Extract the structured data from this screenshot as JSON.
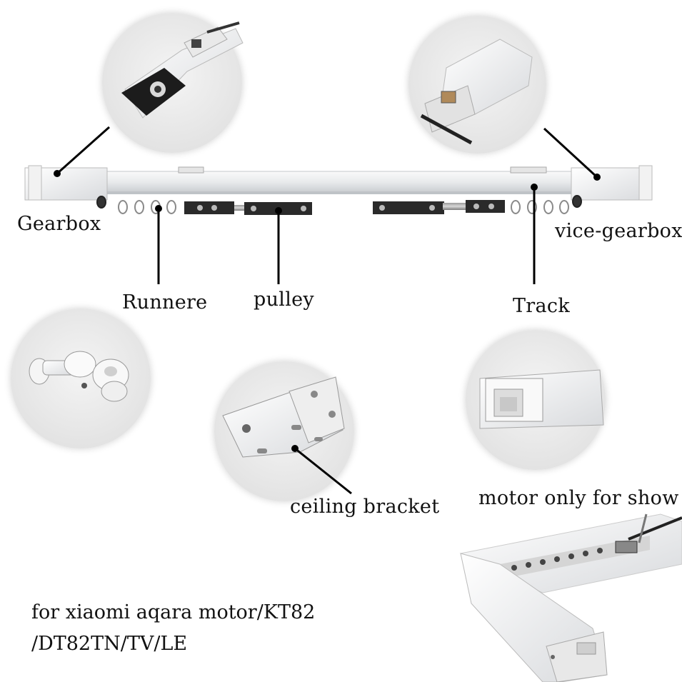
{
  "labels": {
    "gearbox": "Gearbox",
    "vice_gearbox": "vice-gearbox",
    "runnere": "Runnere",
    "pulley": "pulley",
    "track": "Track",
    "ceiling_bracket": "ceiling bracket",
    "motor_show": "motor only for show"
  },
  "caption": {
    "line1": "for xiaomi aqara motor/KT82",
    "line2": "/DT82TN/TV/LE"
  }
}
